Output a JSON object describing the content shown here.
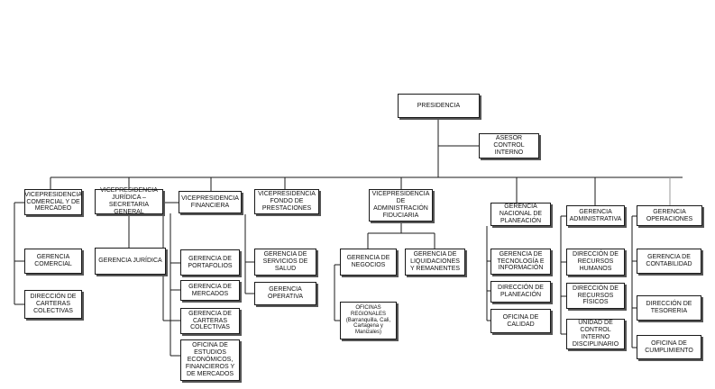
{
  "org_chart": {
    "presidencia": "PRESIDENCIA",
    "asesor": "ASESOR CONTROL INTERNO",
    "vp_comercial": {
      "title": "VICEPRESIDENCIA COMERCIAL Y DE MERCADEO",
      "units": [
        "GERENCIA COMERCIAL",
        "DIRECCIÓN DE CARTERAS COLECTIVAS"
      ]
    },
    "vp_juridica": {
      "title": "VICEPRESIDENCIA JURÍDICA – SECRETARIA GENERAL",
      "units": [
        "GERENCIA JURÍDICA"
      ]
    },
    "vp_financiera": {
      "title": "VICEPRESIDENCIA FINANCIERA",
      "units": [
        "GERENCIA DE PORTAFOLIOS",
        "GERENCIA DE MERCADOS",
        "GERENCIA DE CARTERAS COLECTIVAS",
        "OFICINA DE ESTUDIOS ECONÓMICOS, FINANCIEROS Y DE MERCADOS"
      ]
    },
    "vp_fondo": {
      "title": "VICEPRESIDENCIA FONDO DE PRESTACIONES",
      "units": [
        "GERENCIA DE SERVICIOS DE SALUD",
        "GERENCIA OPERATIVA"
      ]
    },
    "vp_fiduciaria": {
      "title": "VICEPRESIDENCIA DE ADMINISTRACIÓN FIDUCIARIA",
      "units": [
        "GERENCIA DE NEGOCIOS",
        "GERENCIA DE LIQUIDACIONES Y REMANENTES",
        "OFICINAS REGIONALES (Barranquilla, Cali, Cartagena y Manizales)"
      ]
    },
    "ger_tecnologia": {
      "title": "GERENCIA NACIONAL DE PLANEACIÓN",
      "units": [
        "GERENCIA DE TECNOLOGÍA E INFORMACIÓN",
        "DIRECCIÓN DE PLANEACIÓN",
        "OFICINA DE CALIDAD"
      ]
    },
    "ger_administrativa": {
      "title": "GERENCIA ADMINISTRATIVA",
      "units": [
        "DIRECCIÓN DE RECURSOS HUMANOS",
        "DIRECCIÓN DE RECURSOS FÍSICOS",
        "UNIDAD DE CONTROL INTERNO DISCIPLINARIO"
      ]
    },
    "ger_operaciones": {
      "title": "GERENCIA OPERACIONES",
      "units": [
        "GERENCIA DE CONTABILIDAD",
        "DIRECCIÓN DE TESORERIA",
        "OFICINA DE CUMPLIMIENTO"
      ]
    }
  }
}
